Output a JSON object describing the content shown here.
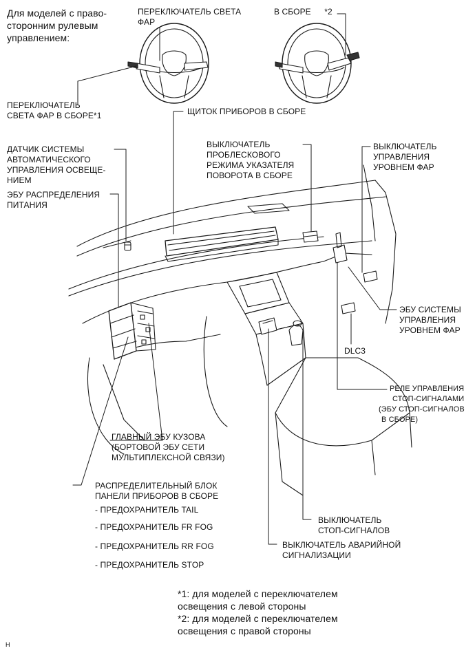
{
  "intro": {
    "line1": "Для моделей с право-",
    "line2": "сторонним рулевым",
    "line3": "управлением:"
  },
  "labels": {
    "headlight_switch_top": [
      "ПЕРЕКЛЮЧАТЕЛЬ СВЕТА",
      "ФАР"
    ],
    "assy_star2": [
      "В СБОРЕ",
      "*2"
    ],
    "headlight_switch_assy": [
      "ПЕРЕКЛЮЧАТЕЛЬ",
      "СВЕТА ФАР В СБОРЕ*1"
    ],
    "combination_meter": [
      "ЩИТОК ПРИБОРОВ В СБОРЕ"
    ],
    "light_sensor": [
      "ДАТЧИК СИСТЕМЫ",
      "АВТОМАТИЧЕСКОГО",
      "УПРАВЛЕНИЯ ОСВЕЩЕ-",
      "НИЕМ"
    ],
    "power_ecu": [
      "ЭБУ РАСПРЕДЕЛЕНИЯ",
      "ПИТАНИЯ"
    ],
    "turn_flasher": [
      "ВЫКЛЮЧАТЕЛЬ",
      "ПРОБЛЕСКОВОГО",
      "РЕЖИМА УКАЗАТЕЛЯ",
      "ПОВОРОТА В СБОРЕ"
    ],
    "leveling_switch": [
      "ВЫКЛЮЧАТЕЛЬ",
      "УПРАВЛЕНИЯ",
      "УРОВНЕМ ФАР"
    ],
    "leveling_ecu": [
      "ЭБУ СИСТЕМЫ",
      "УПРАВЛЕНИЯ",
      "УРОВНЕМ ФАР"
    ],
    "dlc3": [
      "DLC3"
    ],
    "stop_relay": [
      "РЕЛЕ УПРАВЛЕНИЯ",
      "СТОП-СИГНАЛАМИ",
      "(ЭБУ СТОП-СИГНАЛОВ",
      "В СБОРЕ)"
    ],
    "main_body_ecu": [
      "ГЛАВНЫЙ ЭБУ КУЗОВА",
      "(БОРТОВОЙ ЭБУ СЕТИ",
      "МУЛЬТИПЛЕКСНОЙ СВЯЗИ)"
    ],
    "junction_block": [
      "РАСПРЕДЕЛИТЕЛЬНЫЙ БЛОК",
      "ПАНЕЛИ ПРИБОРОВ В СБОРЕ"
    ],
    "stop_switch": [
      "ВЫКЛЮЧАТЕЛЬ",
      "СТОП-СИГНАЛОВ"
    ],
    "hazard_switch": [
      "ВЫКЛЮЧАТЕЛЬ АВАРИЙНОЙ",
      "СИГНАЛИЗАЦИИ"
    ]
  },
  "fuses": [
    "- ПРЕДОХРАНИТЕЛЬ TAIL",
    "- ПРЕДОХРАНИТЕЛЬ FR FOG",
    "- ПРЕДОХРАНИТЕЛЬ RR FOG",
    "- ПРЕДОХРАНИТЕЛЬ STOP"
  ],
  "footnotes": {
    "note1_line1": "*1: для моделей с переключателем",
    "note1_line2": "освещения с левой стороны",
    "note2_line1": "*2: для моделей с переключателем",
    "note2_line2": "освещения с правой стороны"
  },
  "corner_code": "H"
}
